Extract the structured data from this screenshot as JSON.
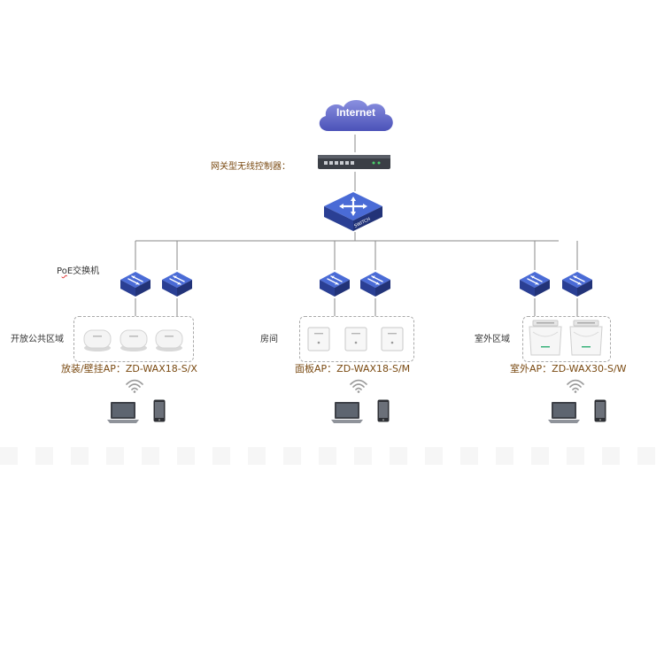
{
  "diagram": {
    "internet_label": "Internet",
    "controller_label": "网关型无线控制器：",
    "poe_label_prefix": "P",
    "poe_label_underlined": "o",
    "poe_label_rest": "E交换机",
    "zones": [
      {
        "name": "开放公共区域",
        "ap_label": "放装/壁挂AP：ZD-WAX18-S/X",
        "ap_type": "ceiling-round",
        "ap_count": 3
      },
      {
        "name": "房间",
        "ap_label": "面板AP：ZD-WAX18-S/M",
        "ap_type": "wall-panel",
        "ap_count": 3
      },
      {
        "name": "室外区域",
        "ap_label": "室外AP：ZD-WAX30-S/W",
        "ap_type": "outdoor",
        "ap_count": 2
      }
    ],
    "core_switch_text": "SWITCH",
    "colors": {
      "cloud": "#5b63c9",
      "switch": "#3451b2",
      "label_brown": "#7a4a12",
      "line": "#8a8a8a"
    }
  }
}
